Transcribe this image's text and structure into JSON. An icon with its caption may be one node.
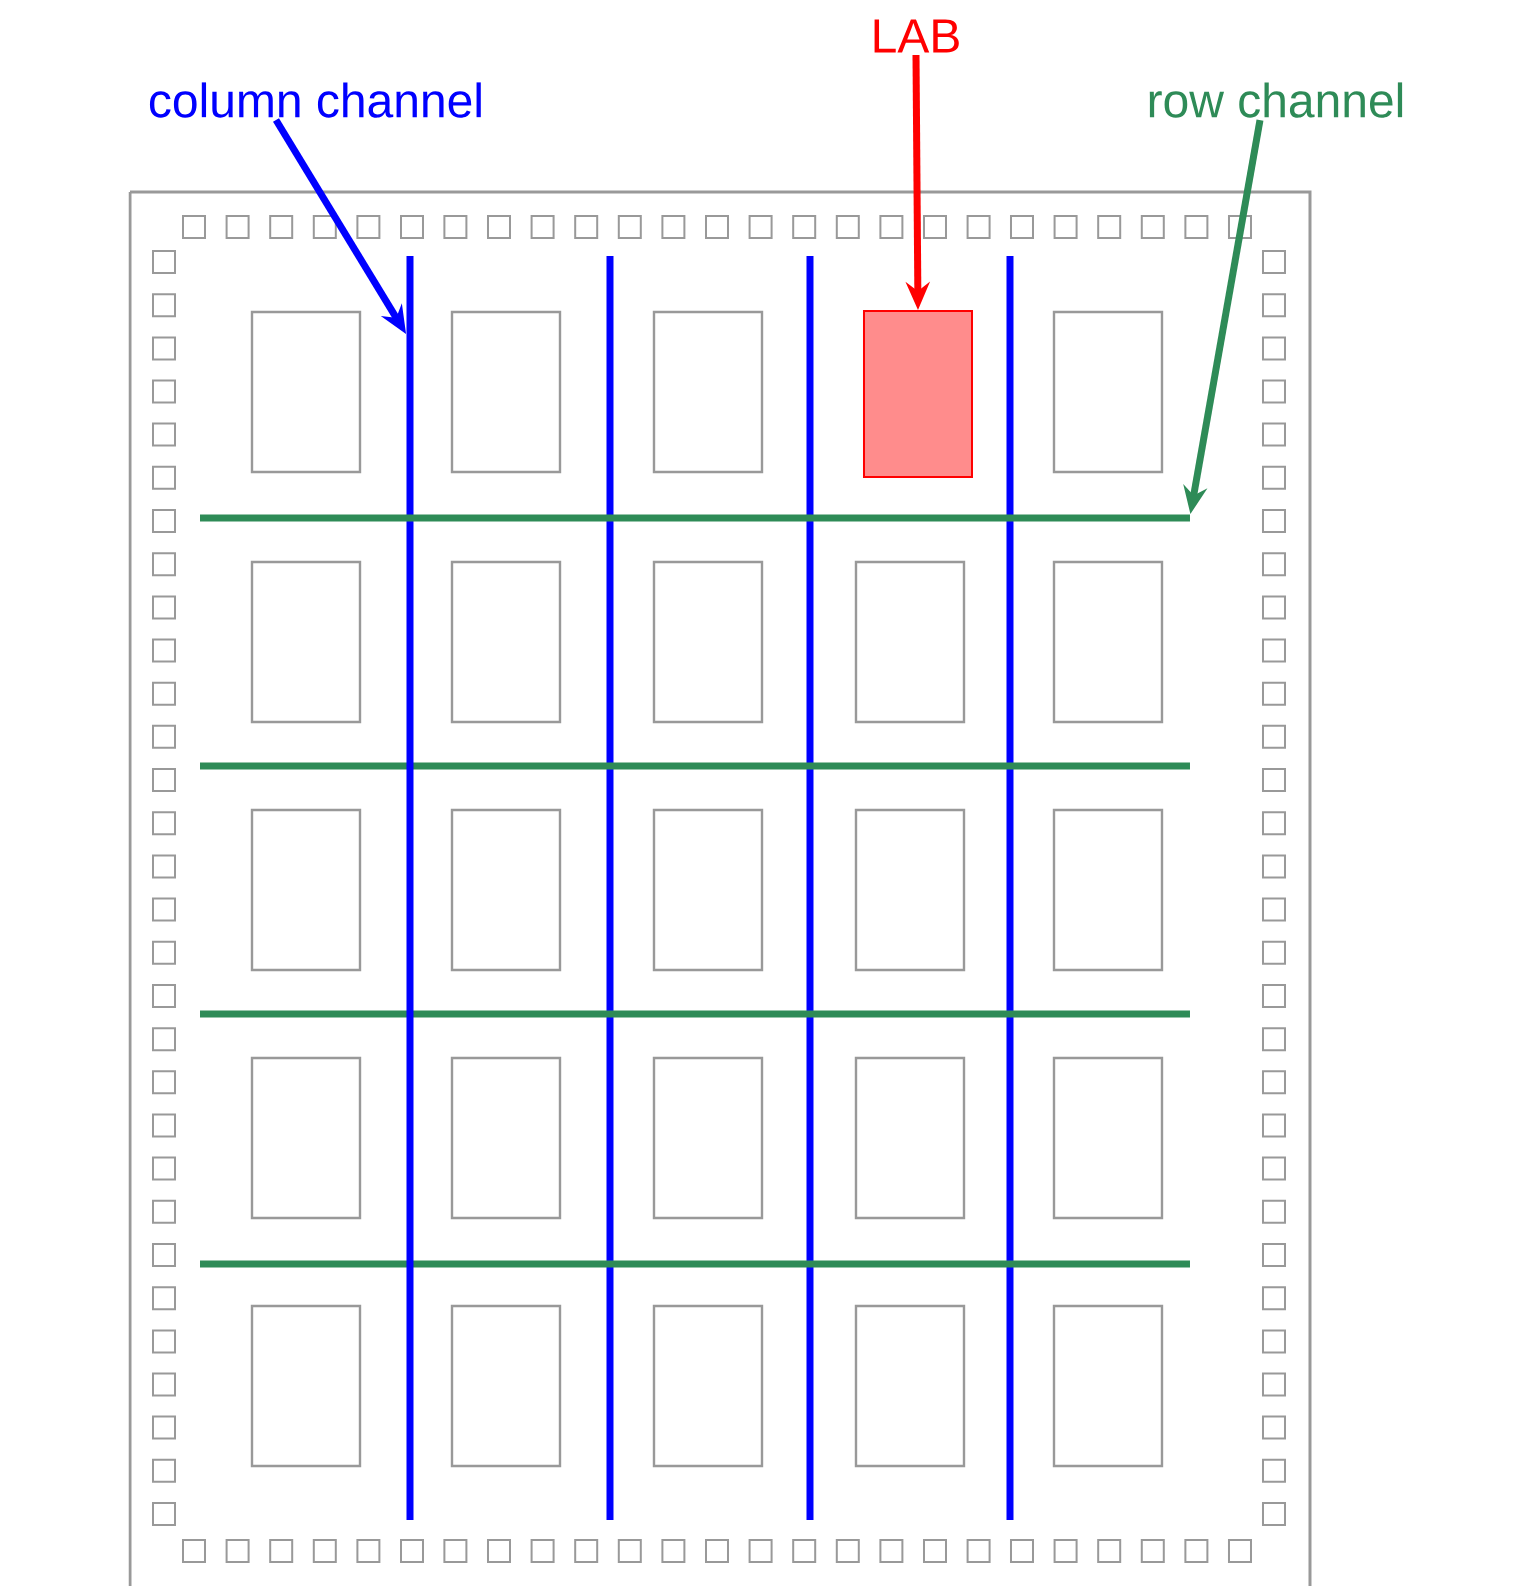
{
  "diagram": {
    "nodes": [
      {
        "text": [
          "column channel"
        ]
      },
      {
        "text": [
          "LAB"
        ]
      },
      {
        "text": [
          "row channel"
        ]
      },
      {
        "text": [],
        "shape": "box"
      },
      {
        "text": [],
        "shape": "line"
      },
      {
        "text": [],
        "shape": "line"
      }
    ],
    "edges": [
      {
        "from": 0,
        "to": 4,
        "arrow": "to",
        "color": "#0000ff"
      },
      {
        "from": 1,
        "to": 3,
        "arrow": "to",
        "color": "#ff0000"
      },
      {
        "from": 2,
        "to": 5,
        "arrow": "to",
        "color": "#2e8b57"
      }
    ]
  }
}
